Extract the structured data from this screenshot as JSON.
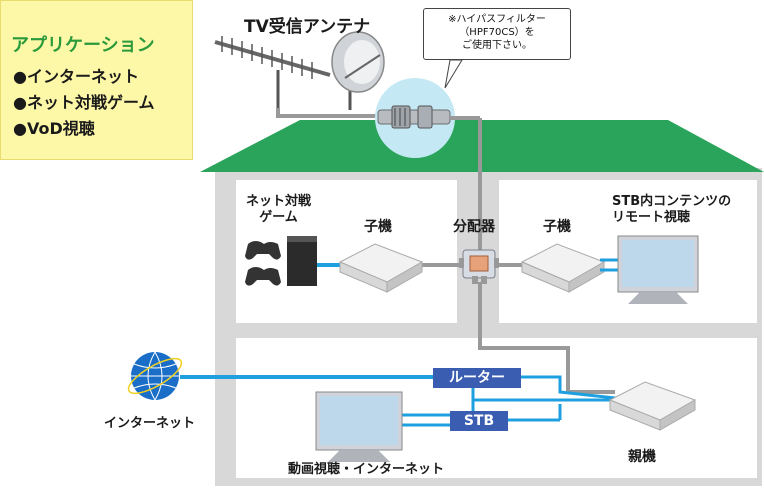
{
  "applications": {
    "title": "アプリケーション",
    "items": [
      "●インターネット",
      "●ネット対戦ゲーム",
      "●VoD視聴"
    ]
  },
  "antenna_label": "TV受信アンテナ",
  "note": {
    "line1": "※ハイパスフィルター",
    "line2": "（HPF70CS）を",
    "line3": "ご使用下さい。"
  },
  "labels": {
    "game": "ネット対戦\nゲーム",
    "child_left": "子機",
    "splitter": "分配器",
    "child_right": "子機",
    "stb_remote": "STB内コンテンツの\nリモート視聴",
    "router": "ルーター",
    "stb": "STB",
    "internet": "インターネット",
    "video": "動画視聴・インターネット",
    "parent": "親機"
  },
  "colors": {
    "roof": "#2aa45a",
    "app_title": "#2a9a3a",
    "app_box": "#fdf7a8",
    "tag": "#3b5db1",
    "cable_blue": "#1ea0e0",
    "cable_gray": "#999999",
    "house": "#d8d8d8"
  }
}
